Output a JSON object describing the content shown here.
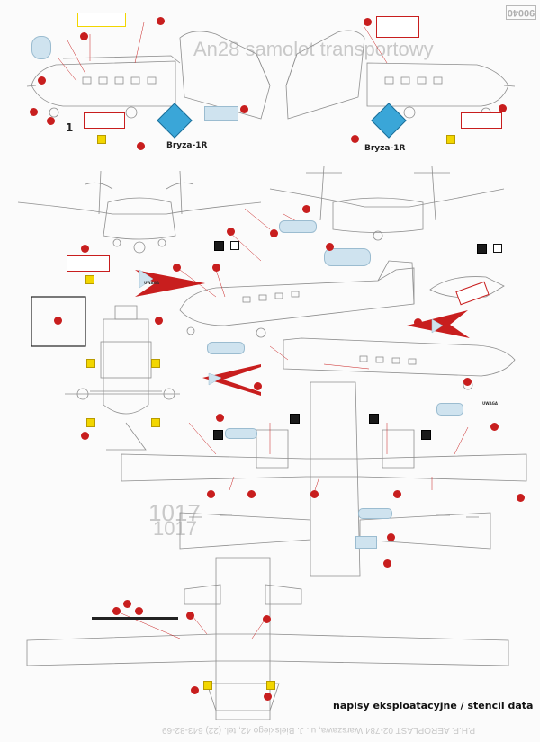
{
  "sheet": {
    "doc_code": "90040",
    "caption": "napisy eksploatacyjne / stencil data",
    "publisher_line": "P.H.P. AEROPLAST 02-784 Warszawa, ul. J. Bielskiego 42, tel. (22) 643-82-69",
    "bg_heading_fragment": "An28 samolot transportowy",
    "registration_ghost": "1017"
  },
  "labels": {
    "bryza_left": "Bryza-1R",
    "bryza_right": "Bryza-1R",
    "top_plate_number": "1",
    "wing_text_left": "UWAGA",
    "wing_text_right": "UWAGA"
  },
  "colors": {
    "accent_red": "#c81e1e",
    "stencil_blue": "#cfe3ef",
    "stencil_yellow": "#f2d600",
    "line_gray": "#9a9a9a"
  }
}
